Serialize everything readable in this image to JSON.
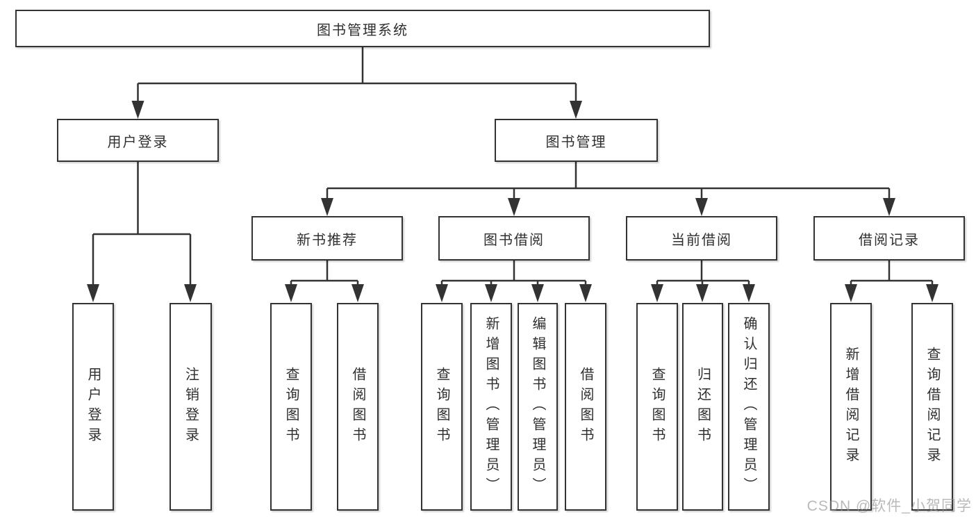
{
  "diagram": {
    "root": "图书管理系统",
    "login": {
      "label": "用户登录",
      "children": [
        "用户登录",
        "注销登录"
      ]
    },
    "mgmt": {
      "label": "图书管理",
      "groups": [
        {
          "label": "新书推荐",
          "children": [
            "查询图书",
            "借阅图书"
          ]
        },
        {
          "label": "图书借阅",
          "children": [
            "查询图书",
            "新增图书（管理员）",
            "编辑图书（管理员）",
            "借阅图书"
          ]
        },
        {
          "label": "当前借阅",
          "children": [
            "查询图书",
            "归还图书",
            "确认归还（管理员）"
          ]
        },
        {
          "label": "借阅记录",
          "children": [
            "新增借阅记录",
            "查询借阅记录"
          ]
        }
      ]
    }
  },
  "watermark": "CSDN @软件_小贺同学",
  "colors": {
    "line": "#333333",
    "box_border": "#333333",
    "box_background": "#ffffff",
    "text": "#2f2f2f",
    "watermark": "#8f8f8f"
  }
}
